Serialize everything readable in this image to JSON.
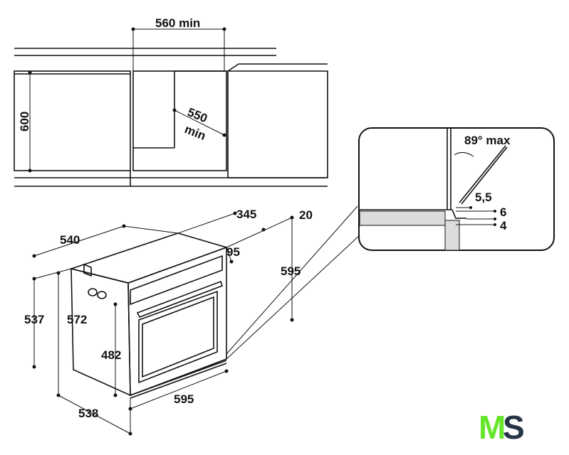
{
  "diagram": {
    "niche": {
      "width_label": "560 min",
      "height_label": "600",
      "depth_label_1": "550",
      "depth_label_2": "min"
    },
    "oven": {
      "depth_top": "345",
      "offset_top": "20",
      "width_side": "540",
      "front_gap": "95",
      "total_height": "595",
      "body_height": "537",
      "side_height": "572",
      "door_height": "482",
      "front_width": "595",
      "depth_bottom": "538"
    },
    "detail": {
      "angle": "89° max",
      "gap": "5,5",
      "dim_a": "6",
      "dim_b": "4",
      "fill_color": "#dcdcdc"
    }
  },
  "logo": {
    "text": "MS",
    "letter_m": "M",
    "letter_s": "S",
    "color_m": "#66e62a",
    "color_s": "#263445"
  }
}
